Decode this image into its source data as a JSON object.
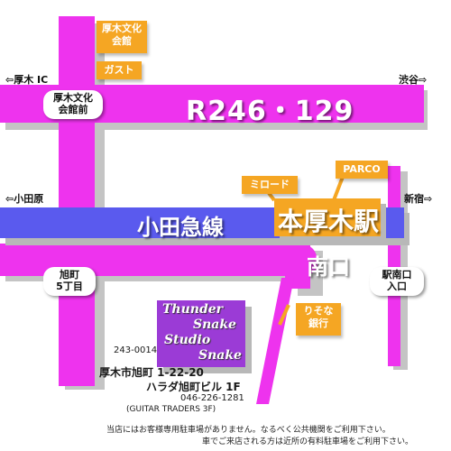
{
  "direction_labels": {
    "atsugi_ic": "⇦厚木 IC",
    "shibuya": "渋谷⇨",
    "odawara": "⇦小田原",
    "shinjuku": "新宿⇨"
  },
  "roads": {
    "route": "R246・129",
    "railway": "小田急線"
  },
  "station": {
    "name": "本厚木駅",
    "exit": "南口"
  },
  "landmarks": {
    "bunka_kaikan": "厚木文化\n会館",
    "gusto": "ガスト",
    "miroad": "ミロード",
    "parco": "PARCO",
    "resona_bank": "りそな\n銀行"
  },
  "intersections": {
    "bunka_kaikan_mae": "厚木文化\n会館前",
    "asahicho_5": "旭町\n5丁目",
    "station_south_exit": "駅南口\n入口"
  },
  "venue": {
    "line1": "Thunder",
    "line2": "Snake",
    "line3": "Studio",
    "line4": "Snake"
  },
  "address": {
    "postal": "243-0014",
    "street": "厚木市旭町 1-22-20",
    "building": "ハラダ旭町ビル 1F",
    "phone": "046-226-1281",
    "sub": "(GUITAR TRADERS  3F)"
  },
  "notes": {
    "line1": "当店にはお客様専用駐車場がありません。なるべく公共機関をご利用下さい。",
    "line2": "車でご来店される方は近所の有料駐車場をご利用下さい。"
  },
  "colors": {
    "road": "#ee33ee",
    "rail": "#5a5aee",
    "landmark": "#f5a623",
    "venue": "#9b3bd6",
    "shadow": "#bcbcbc"
  }
}
